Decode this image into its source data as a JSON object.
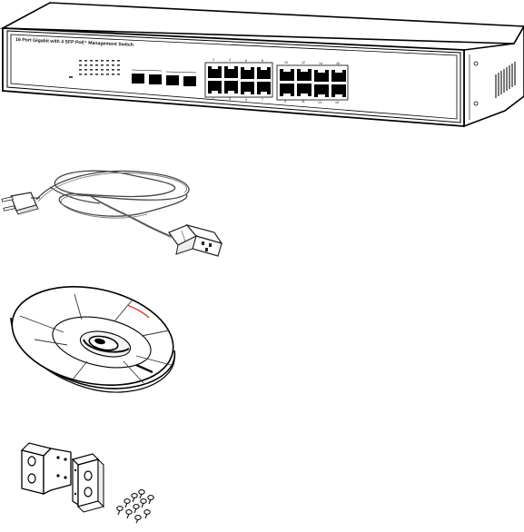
{
  "switch": {
    "model_label": "16 Port Gigabit with 4 SFP PoE⁺ Management Switch",
    "top_port_numbers": [
      "2",
      "4",
      "6",
      "8",
      "10",
      "12",
      "14",
      "16"
    ],
    "bottom_port_numbers": [
      "1",
      "3",
      "5",
      "7",
      "9",
      "11",
      "13",
      "15"
    ]
  },
  "icons": {
    "switch": "network-switch-icon",
    "power_cord": "power-cord-icon",
    "cd": "cd-disc-icon",
    "brackets": "rack-mount-bracket-icon",
    "screws": "screws-icon"
  }
}
